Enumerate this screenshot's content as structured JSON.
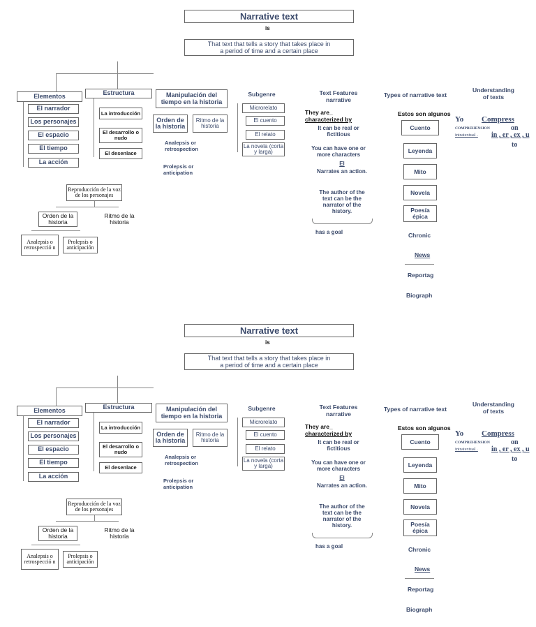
{
  "title": "Narrative text",
  "is": "is",
  "definition_line1": "That text that tells a story that takes place in",
  "definition_line2": "a period of time and a certain place",
  "elementos": {
    "header": "Elementos",
    "items": [
      "El narrador",
      "Los personajes",
      "El espacio",
      "El tiempo",
      "La acción"
    ]
  },
  "estructura": {
    "header": "Estructura",
    "items": [
      "La introducción",
      "El desarrollo o nudo",
      "El desenlace"
    ]
  },
  "manipulacion": {
    "header": "Manipulación del tiempo en la historia",
    "orden": "Orden de la historia",
    "ritmo": "Ritmo de la historia",
    "analepsis": "Analepsis or retrospection",
    "prolepsis": "Prolepsis or anticipation"
  },
  "reproduccion": {
    "header": "Reproducción de la voz de los personajes",
    "orden": "Orden de la historia",
    "ritmo": "Ritmo de la historia",
    "analepsis": "Analepsis o retrospecció n",
    "prolepsis": "Prolepsis o anticipación"
  },
  "subgenre": {
    "header": "Subgenre",
    "items": [
      "Microrelato",
      "El cuento",
      "El relato",
      "La novela (corta y larga)"
    ]
  },
  "features": {
    "header": "Text Features narrative",
    "they_are": "They are_",
    "characterized": "characterized by",
    "real": "It can be real or fictitious",
    "one_or_more": "You can have one or more characters",
    "el": "El",
    "narrates": "Narrates an action.",
    "author": "The author of the text can be the narrator of the history.",
    "goal": "has a goal"
  },
  "types": {
    "header": "Types of narrative text",
    "estos": "Estos son algunos",
    "boxed": [
      "Cuento",
      "Leyenda",
      "Mito",
      "Novela",
      "Poesía épica"
    ],
    "chronic": "Chronic",
    "news": "News",
    "reportag": "Reportag",
    "biograph": "Biograph"
  },
  "understanding": {
    "header": "Understanding of texts",
    "yo": "Yo",
    "compress": "Compress",
    "on": "on",
    "comprehension": "COMPREHENSION",
    "intratextual": "intratextual .",
    "in_er_ex": "in , er , ex , u",
    "to": "to"
  }
}
